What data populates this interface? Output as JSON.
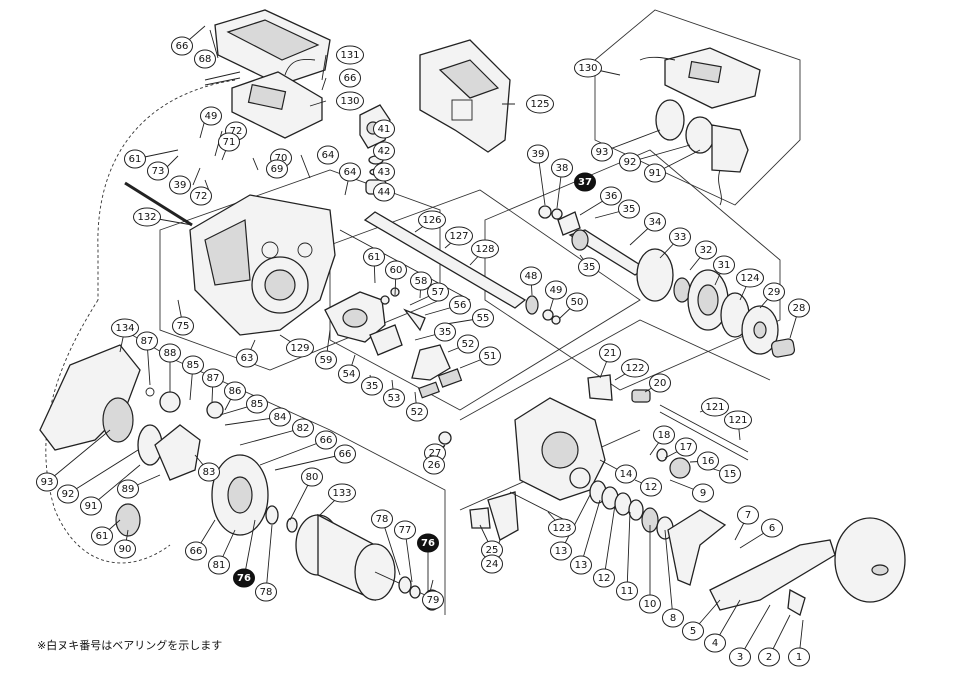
{
  "footnote": "※白ヌキ番号はベアリングを示します",
  "callouts": [
    {
      "id": "66",
      "filled": false
    },
    {
      "id": "68",
      "filled": false
    },
    {
      "id": "131",
      "filled": false
    },
    {
      "id": "66",
      "filled": false
    },
    {
      "id": "130",
      "filled": false
    },
    {
      "id": "125",
      "filled": false
    },
    {
      "id": "41",
      "filled": false
    },
    {
      "id": "42",
      "filled": false
    },
    {
      "id": "43",
      "filled": false
    },
    {
      "id": "44",
      "filled": false
    },
    {
      "id": "49",
      "filled": false
    },
    {
      "id": "72",
      "filled": false
    },
    {
      "id": "71",
      "filled": false
    },
    {
      "id": "61",
      "filled": false
    },
    {
      "id": "73",
      "filled": false
    },
    {
      "id": "39",
      "filled": false
    },
    {
      "id": "72",
      "filled": false
    },
    {
      "id": "70",
      "filled": false
    },
    {
      "id": "69",
      "filled": false
    },
    {
      "id": "64",
      "filled": false
    },
    {
      "id": "64",
      "filled": false
    },
    {
      "id": "132",
      "filled": false
    },
    {
      "id": "126",
      "filled": false
    },
    {
      "id": "127",
      "filled": false
    },
    {
      "id": "128",
      "filled": false
    },
    {
      "id": "61",
      "filled": false
    },
    {
      "id": "60",
      "filled": false
    },
    {
      "id": "58",
      "filled": false
    },
    {
      "id": "57",
      "filled": false
    },
    {
      "id": "56",
      "filled": false
    },
    {
      "id": "55",
      "filled": false
    },
    {
      "id": "35",
      "filled": false
    },
    {
      "id": "52",
      "filled": false
    },
    {
      "id": "51",
      "filled": false
    },
    {
      "id": "52",
      "filled": false
    },
    {
      "id": "53",
      "filled": false
    },
    {
      "id": "35",
      "filled": false
    },
    {
      "id": "54",
      "filled": false
    },
    {
      "id": "59",
      "filled": false
    },
    {
      "id": "129",
      "filled": false
    },
    {
      "id": "63",
      "filled": false
    },
    {
      "id": "75",
      "filled": false
    },
    {
      "id": "48",
      "filled": false
    },
    {
      "id": "49",
      "filled": false
    },
    {
      "id": "50",
      "filled": false
    },
    {
      "id": "130",
      "filled": false
    },
    {
      "id": "93",
      "filled": false
    },
    {
      "id": "92",
      "filled": false
    },
    {
      "id": "91",
      "filled": false
    },
    {
      "id": "39",
      "filled": false
    },
    {
      "id": "38",
      "filled": false
    },
    {
      "id": "37",
      "filled": true
    },
    {
      "id": "36",
      "filled": false
    },
    {
      "id": "35",
      "filled": false
    },
    {
      "id": "34",
      "filled": false
    },
    {
      "id": "33",
      "filled": false
    },
    {
      "id": "32",
      "filled": false
    },
    {
      "id": "31",
      "filled": false
    },
    {
      "id": "124",
      "filled": false
    },
    {
      "id": "29",
      "filled": false
    },
    {
      "id": "28",
      "filled": false
    },
    {
      "id": "35",
      "filled": false
    },
    {
      "id": "134",
      "filled": false
    },
    {
      "id": "87",
      "filled": false
    },
    {
      "id": "88",
      "filled": false
    },
    {
      "id": "85",
      "filled": false
    },
    {
      "id": "87",
      "filled": false
    },
    {
      "id": "86",
      "filled": false
    },
    {
      "id": "85",
      "filled": false
    },
    {
      "id": "84",
      "filled": false
    },
    {
      "id": "82",
      "filled": false
    },
    {
      "id": "66",
      "filled": false
    },
    {
      "id": "66",
      "filled": false
    },
    {
      "id": "83",
      "filled": false
    },
    {
      "id": "93",
      "filled": false
    },
    {
      "id": "92",
      "filled": false
    },
    {
      "id": "91",
      "filled": false
    },
    {
      "id": "89",
      "filled": false
    },
    {
      "id": "61",
      "filled": false
    },
    {
      "id": "90",
      "filled": false
    },
    {
      "id": "66",
      "filled": false
    },
    {
      "id": "81",
      "filled": false
    },
    {
      "id": "76",
      "filled": true
    },
    {
      "id": "78",
      "filled": false
    },
    {
      "id": "80",
      "filled": false
    },
    {
      "id": "133",
      "filled": false
    },
    {
      "id": "78",
      "filled": false
    },
    {
      "id": "77",
      "filled": false
    },
    {
      "id": "76",
      "filled": true
    },
    {
      "id": "79",
      "filled": false
    },
    {
      "id": "21",
      "filled": false
    },
    {
      "id": "122",
      "filled": false
    },
    {
      "id": "20",
      "filled": false
    },
    {
      "id": "121",
      "filled": false
    },
    {
      "id": "121",
      "filled": false
    },
    {
      "id": "27",
      "filled": false
    },
    {
      "id": "26",
      "filled": false
    },
    {
      "id": "18",
      "filled": false
    },
    {
      "id": "17",
      "filled": false
    },
    {
      "id": "16",
      "filled": false
    },
    {
      "id": "15",
      "filled": false
    },
    {
      "id": "14",
      "filled": false
    },
    {
      "id": "12",
      "filled": false
    },
    {
      "id": "9",
      "filled": false
    },
    {
      "id": "123",
      "filled": false
    },
    {
      "id": "25",
      "filled": false
    },
    {
      "id": "24",
      "filled": false
    },
    {
      "id": "13",
      "filled": false
    },
    {
      "id": "13",
      "filled": false
    },
    {
      "id": "12",
      "filled": false
    },
    {
      "id": "11",
      "filled": false
    },
    {
      "id": "10",
      "filled": false
    },
    {
      "id": "8",
      "filled": false
    },
    {
      "id": "7",
      "filled": false
    },
    {
      "id": "6",
      "filled": false
    },
    {
      "id": "5",
      "filled": false
    },
    {
      "id": "4",
      "filled": false
    },
    {
      "id": "3",
      "filled": false
    },
    {
      "id": "2",
      "filled": false
    },
    {
      "id": "1",
      "filled": false
    }
  ]
}
